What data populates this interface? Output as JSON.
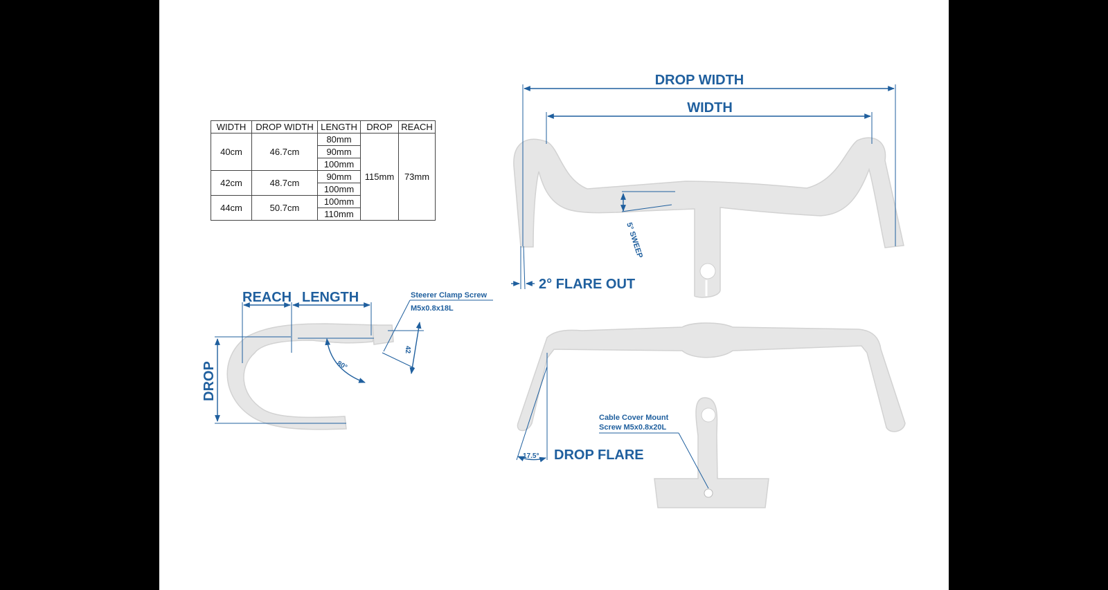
{
  "table": {
    "headers": [
      "WIDTH",
      "DROP WIDTH",
      "LENGTH",
      "DROP",
      "REACH"
    ],
    "groups": [
      {
        "width": "40cm",
        "drop_width": "46.7cm",
        "lengths": [
          "80mm",
          "90mm",
          "100mm"
        ]
      },
      {
        "width": "42cm",
        "drop_width": "48.7cm",
        "lengths": [
          "90mm",
          "100mm"
        ]
      },
      {
        "width": "44cm",
        "drop_width": "50.7cm",
        "lengths": [
          "100mm",
          "110mm"
        ]
      }
    ],
    "drop": "115mm",
    "reach": "73mm"
  },
  "labels": {
    "drop_width": "DROP WIDTH",
    "width": "WIDTH",
    "sweep": "5° SWEEP",
    "flare_out": "2° FLARE OUT",
    "reach": "REACH",
    "length": "LENGTH",
    "drop": "DROP",
    "angle_80": "80°",
    "dim_42": "42",
    "steerer_line1": "Steerer Clamp Screw",
    "steerer_line2": "M5x0.8x18L",
    "drop_flare": "DROP FLARE",
    "angle_175": "17.5°",
    "cable_line1": "Cable Cover Mount",
    "cable_line2": "Screw M5x0.8x20L"
  },
  "colors": {
    "accent": "#1f5f9e",
    "part_fill": "#e6e6e6",
    "background": "#000000"
  }
}
